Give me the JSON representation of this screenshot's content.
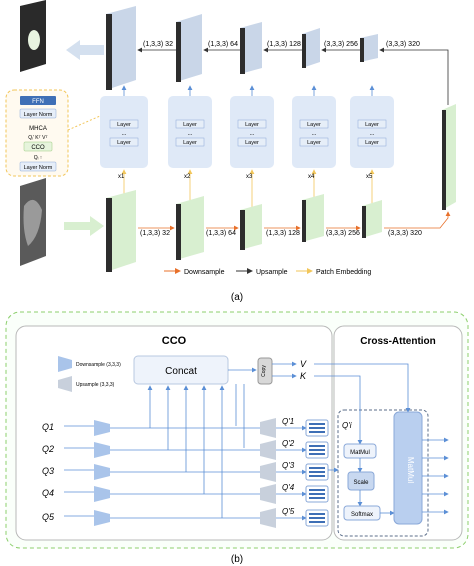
{
  "panel_a": {
    "label": "(a)",
    "decoder_stages": [
      "(1,3,3) 32",
      "(1,3,3) 64",
      "(1,3,3) 128",
      "(3,3,3) 256",
      "(3,3,3) 320"
    ],
    "encoder_stages": [
      "(1,3,3) 32",
      "(1,3,3) 64",
      "(1,3,3) 128",
      "(3,3,3) 256",
      "(3,3,3) 320"
    ],
    "skip_inputs": [
      "x1",
      "x2",
      "x3",
      "x4",
      "x5"
    ],
    "block": {
      "layer": "Layer",
      "dots": "..."
    },
    "detail": {
      "ffn": "FFN",
      "layer_norm": "Layer Norm",
      "mhca": "MHCA",
      "qkv": "Qᵢ′  Kᵀ  Vᵀ",
      "cco": "CCO",
      "qi": "Qᵢ ↑"
    },
    "legend": {
      "downsample": "Downsample",
      "upsample": "Upsample",
      "patch_embedding": "Patch Embedding"
    },
    "colors": {
      "downsample": "#e8702a",
      "upsample": "#333333",
      "patch_embedding": "#f2c65a"
    }
  },
  "panel_b": {
    "label": "(b)",
    "cco_title": "CCO",
    "cross_attention_title": "Cross-Attention",
    "legend": {
      "downsample": "Downsample (3,3,3)",
      "upsample": "Upsample (3,3,3)"
    },
    "concat": "Concat",
    "copy": "Copy",
    "v": "V",
    "k": "K",
    "inputs": [
      "Q1",
      "Q2",
      "Q3",
      "Q4",
      "Q5"
    ],
    "outputs": [
      "Q'1",
      "Q'2",
      "Q'3",
      "Q'4",
      "Q'5"
    ],
    "qi": "Q'i",
    "matmul": "MatMul",
    "scale": "Scale",
    "softmax": "Softmax",
    "matmul_vertical": "MatMul"
  }
}
